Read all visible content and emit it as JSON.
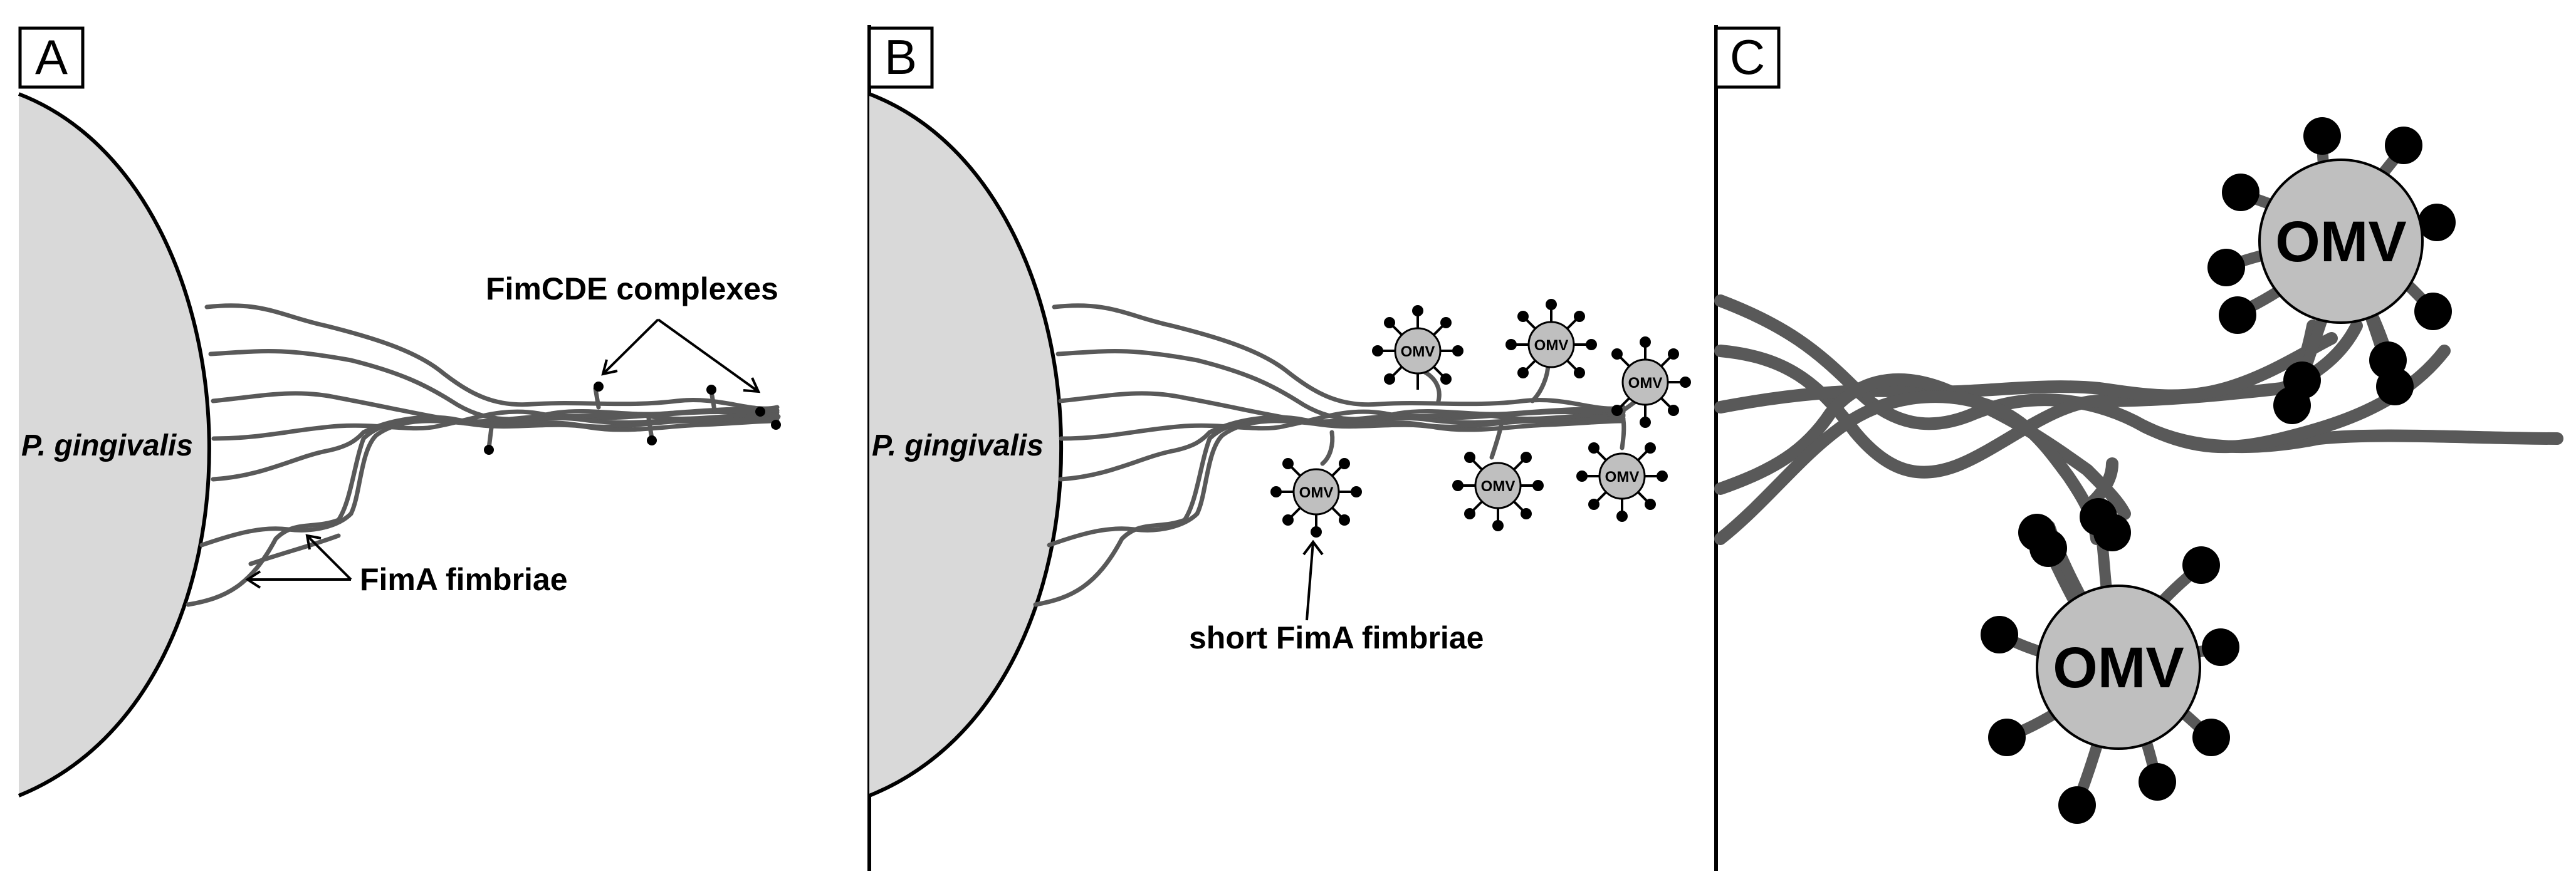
{
  "panels": [
    {
      "id": "A",
      "label": "A"
    },
    {
      "id": "B",
      "label": "B"
    },
    {
      "id": "C",
      "label": "C"
    }
  ],
  "panel_a": {
    "cell_label": "P. gingivalis",
    "fimcde_label": "FimCDE complexes",
    "fima_label": "FimA fimbriae"
  },
  "panel_b": {
    "cell_label": "P. gingivalis",
    "short_fima_label": "short FimA fimbriae",
    "omv_label": "OMV"
  },
  "panel_c": {
    "omv_label": "OMV"
  },
  "colors": {
    "cell_fill": "#d9d9d9",
    "fimbria": "#595959",
    "omv_fill": "#bfbfbf",
    "dot": "#000000"
  }
}
